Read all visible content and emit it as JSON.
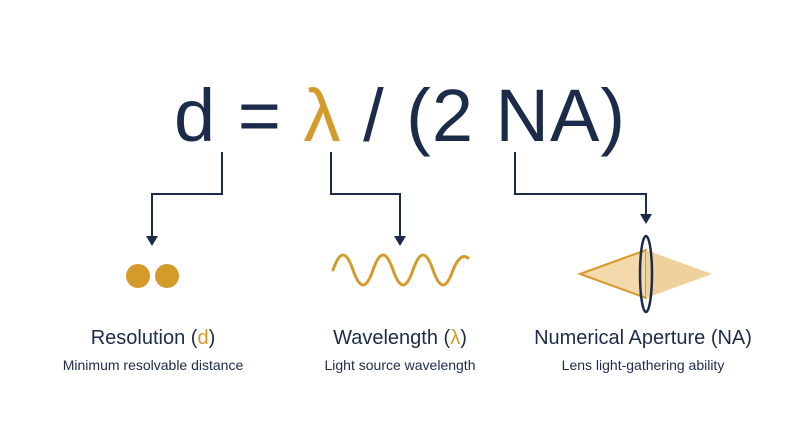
{
  "formula": {
    "left": "d",
    "equals": "=",
    "lambda": "λ",
    "rest": "/ (2 NA)"
  },
  "colors": {
    "navy": "#1d2b4a",
    "accent": "#d49a2a",
    "accent_fill": "#efd19b"
  },
  "items": [
    {
      "title_prefix": "Resolution (",
      "title_symbol": "d",
      "title_suffix": ")",
      "subtitle": "Minimum resolvable distance",
      "icon": "two-dots-icon"
    },
    {
      "title_prefix": "Wavelength (",
      "title_symbol": "λ",
      "title_suffix": ")",
      "subtitle": "Light source wavelength",
      "icon": "sine-wave-icon"
    },
    {
      "title_prefix": "Numerical Aperture (NA)",
      "title_symbol": "",
      "title_suffix": "",
      "subtitle": "Lens light-gathering ability",
      "icon": "lens-cone-icon"
    }
  ]
}
